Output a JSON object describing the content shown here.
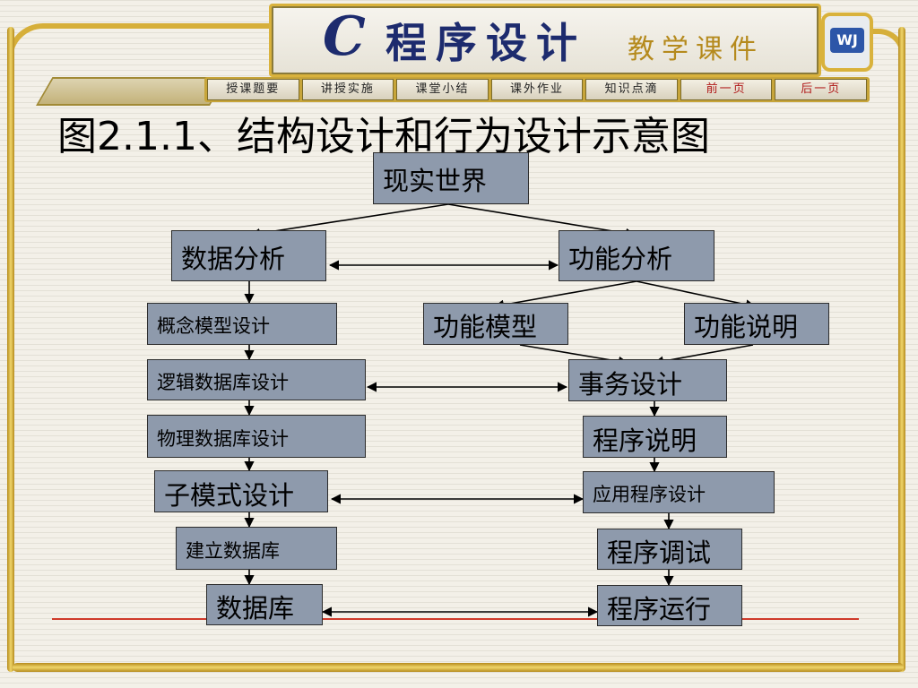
{
  "header": {
    "logo_c": "C",
    "course_title": "程序设计",
    "course_subtitle": "教学课件",
    "brand_badge": "WJ"
  },
  "nav": {
    "items": [
      {
        "label": "授课题要"
      },
      {
        "label": "讲授实施"
      },
      {
        "label": "课堂小结"
      },
      {
        "label": "课外作业"
      },
      {
        "label": "知识点滴"
      },
      {
        "label": "前一页"
      },
      {
        "label": "后一页"
      }
    ]
  },
  "page_title": "图2.1.1、结构设计和行为设计示意图",
  "diagram": {
    "nodes": {
      "real_world": "现实世界",
      "data_analysis": "数据分析",
      "function_analysis": "功能分析",
      "conceptual_design": "概念模型设计",
      "function_model": "功能模型",
      "function_spec": "功能说明",
      "logical_db_design": "逻辑数据库设计",
      "transaction_design": "事务设计",
      "physical_db_design": "物理数据库设计",
      "program_spec": "程序说明",
      "submodel_design": "子模式设计",
      "app_design": "应用程序设计",
      "build_db": "建立数据库",
      "program_debug": "程序调试",
      "database": "数据库",
      "program_run": "程序运行"
    }
  },
  "colors": {
    "node_fill": "#8e9aac",
    "frame_gold": "#d6af3a",
    "banner_text": "#1d2b6e",
    "accent_red": "#cf3a2a"
  }
}
